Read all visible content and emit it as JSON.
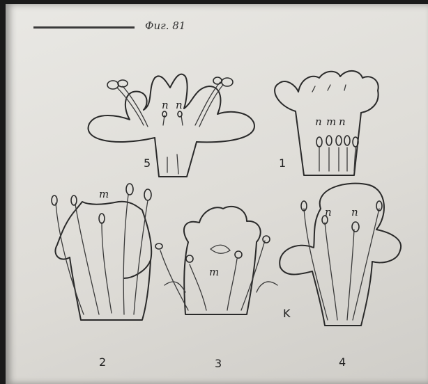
{
  "figure": {
    "caption": "Фиг. 81",
    "panels": [
      {
        "number": "5",
        "letters": [
          "n",
          "n"
        ]
      },
      {
        "number": "1",
        "letters": [
          "n",
          "m",
          "n"
        ]
      },
      {
        "number": "2",
        "letters": [
          "m"
        ]
      },
      {
        "number": "3",
        "letters": [
          "m"
        ]
      },
      {
        "number": "4",
        "letters": [
          "n",
          "n"
        ]
      }
    ],
    "extra_letter": "K"
  }
}
